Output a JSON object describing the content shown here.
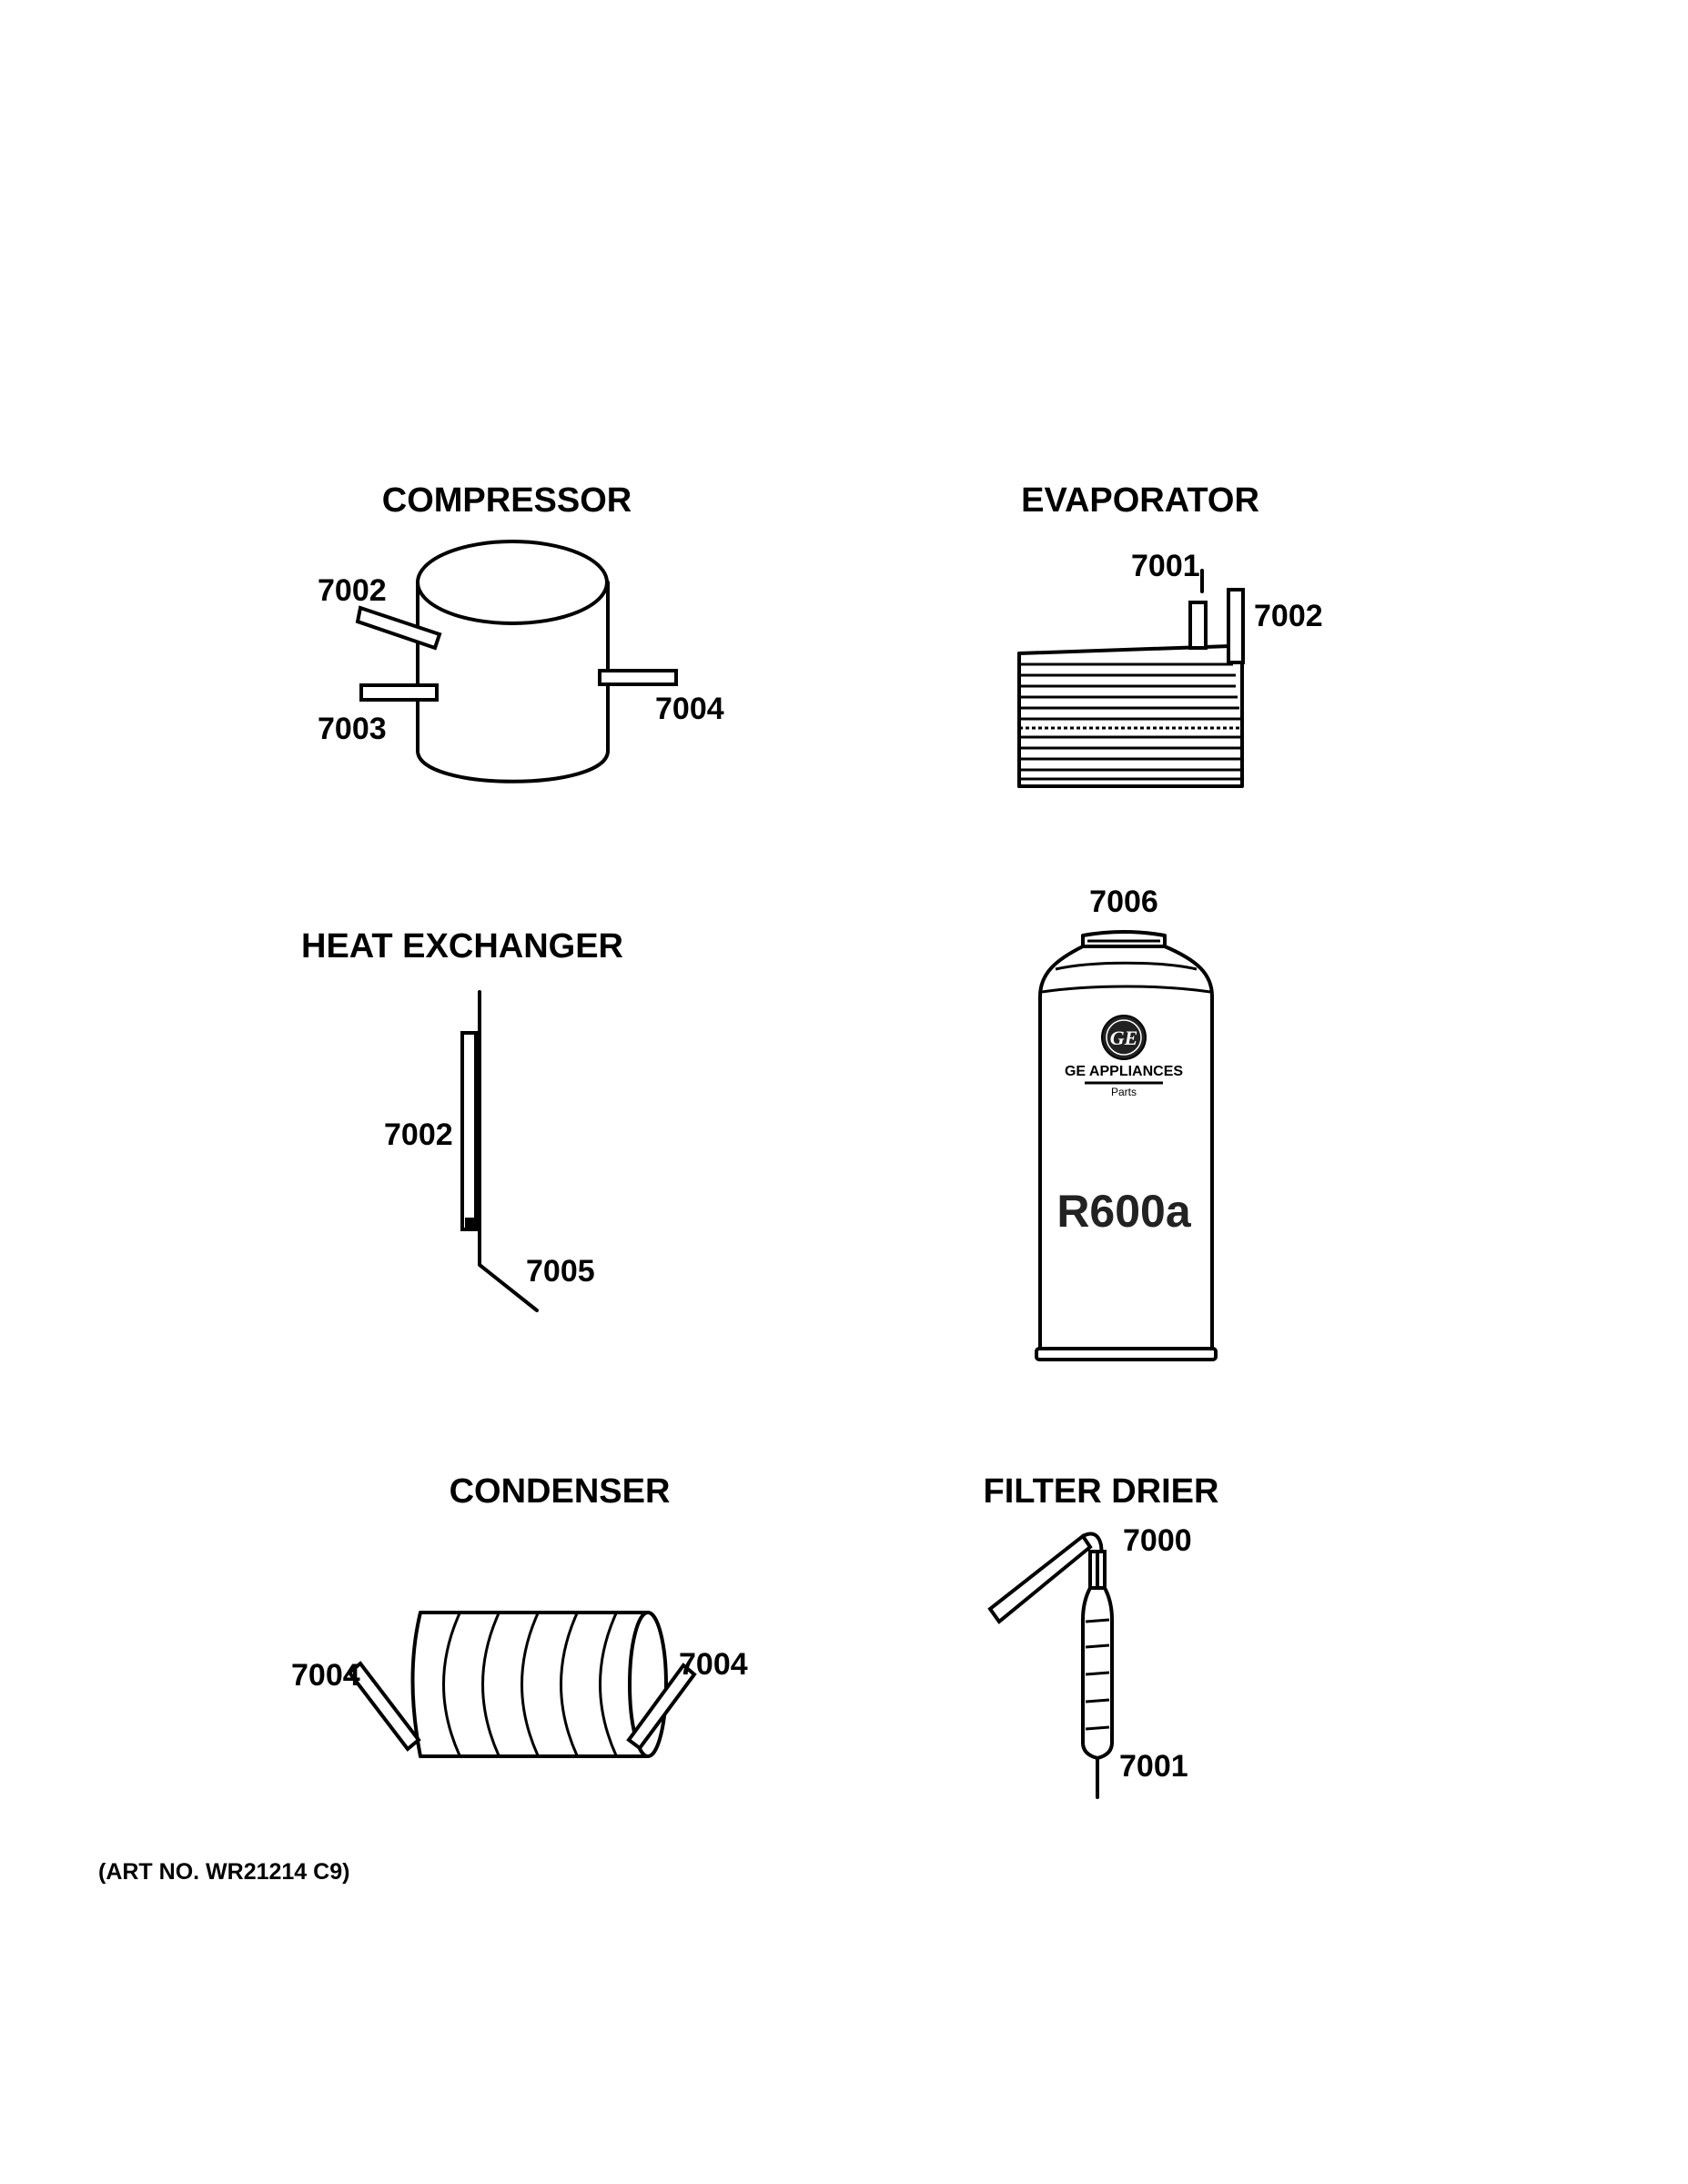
{
  "compressor": {
    "title": "COMPRESSOR",
    "labels": {
      "top_left": "7002",
      "bottom_left": "7003",
      "right": "7004"
    }
  },
  "evaporator": {
    "title": "EVAPORATOR",
    "labels": {
      "inlet": "7001",
      "outlet": "7002"
    }
  },
  "heat_exchanger": {
    "title": "HEAT EXCHANGER",
    "labels": {
      "tube": "7002",
      "lower": "7005"
    }
  },
  "refrigerant": {
    "part_number": "7006",
    "brand": "GE APPLIANCES",
    "brand_sub": "Parts",
    "logo_text": "GE",
    "gas": "R600a"
  },
  "condenser": {
    "title": "CONDENSER",
    "labels": {
      "left": "7004",
      "right": "7004"
    }
  },
  "filter_drier": {
    "title": "FILTER DRIER",
    "labels": {
      "top": "7000",
      "bottom": "7001"
    }
  },
  "art_number": "(ART NO. WR21214 C9)"
}
